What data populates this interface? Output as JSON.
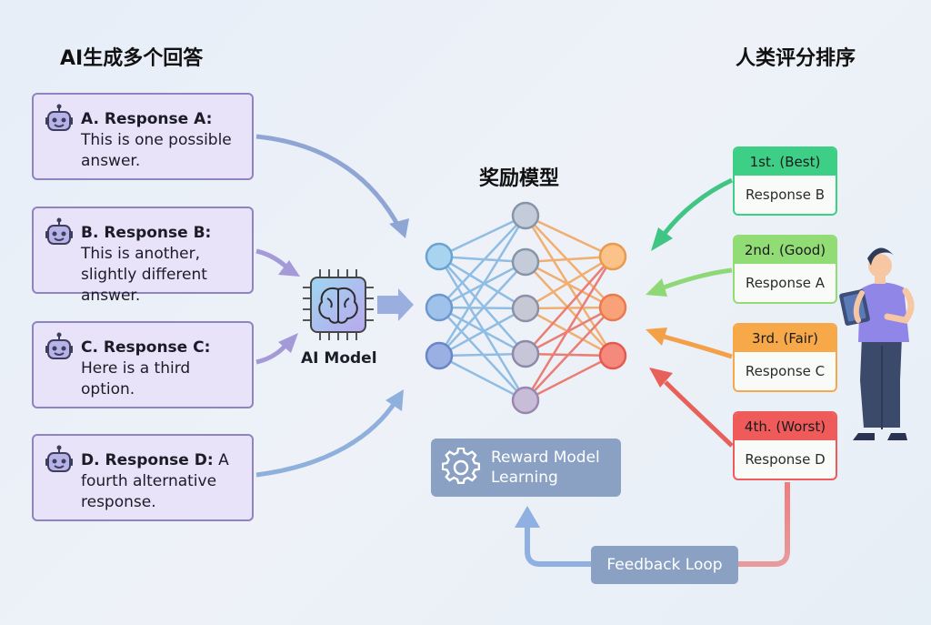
{
  "headings": {
    "left": "AI生成多个回答",
    "center": "奖励模型",
    "right": "人类评分排序"
  },
  "responses": [
    {
      "label": "A. Response A:",
      "text": "This is one possible answer."
    },
    {
      "label": "B. Response B:",
      "text": "This is another, slightly different answer."
    },
    {
      "label": "C. Response C:",
      "text": "Here is a third option."
    },
    {
      "label": "D. Response D:",
      "text": "A fourth alternative response."
    }
  ],
  "ai_model_label": "AI Model",
  "reward_learning_label": "Reward Model Learning",
  "feedback_label": "Feedback Loop",
  "rankings": [
    {
      "rank": "1st. (Best)",
      "response": "Response B",
      "color": "#3ccf85",
      "arrow_color": "#3fc584"
    },
    {
      "rank": "2nd. (Good)",
      "response": "Response A",
      "color": "#92dc76",
      "arrow_color": "#8fd878"
    },
    {
      "rank": "3rd. (Fair)",
      "response": "Response C",
      "color": "#f7a94a",
      "arrow_color": "#f3a048"
    },
    {
      "rank": "4th. (Worst)",
      "response": "Response D",
      "color": "#ef5a5a",
      "arrow_color": "#e8605a"
    }
  ]
}
